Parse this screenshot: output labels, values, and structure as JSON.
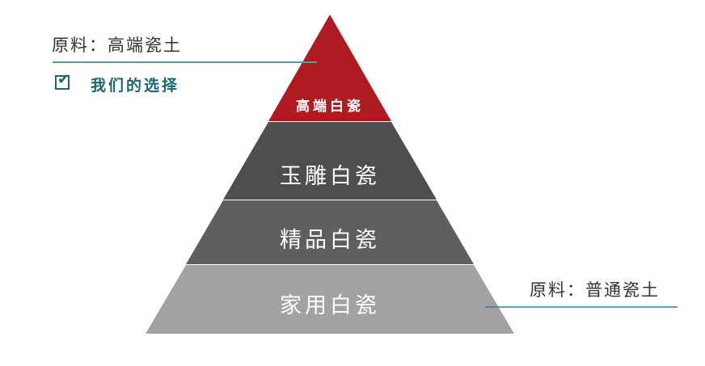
{
  "annotations": {
    "top_material": "原料：高端瓷土",
    "our_choice": "我们的选择",
    "bottom_material": "原料：普通瓷土"
  },
  "tiers": [
    {
      "label": "高端白瓷",
      "color": "#b01b22"
    },
    {
      "label": "玉雕白瓷",
      "color": "#4e4e50"
    },
    {
      "label": "精品白瓷",
      "color": "#5f5f61"
    },
    {
      "label": "家用白瓷",
      "color": "#a2a2a2"
    }
  ],
  "accent": "#1f6670"
}
